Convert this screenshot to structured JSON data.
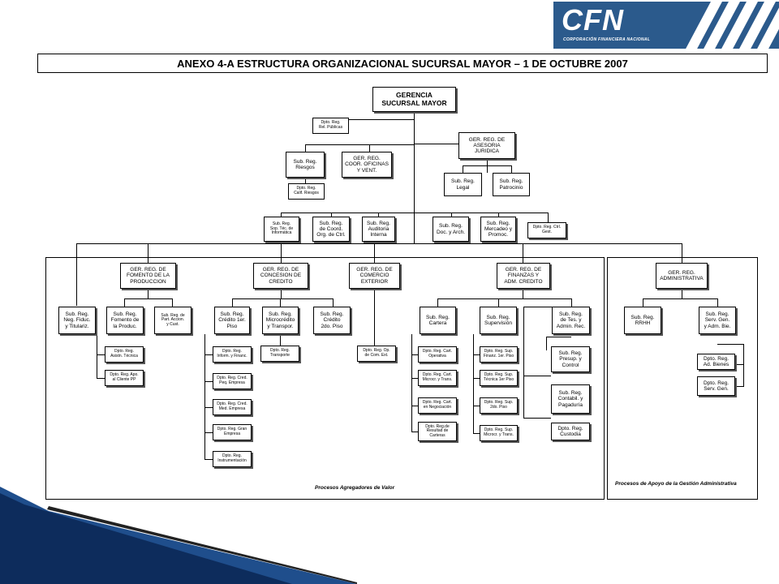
{
  "logo": {
    "text": "CFN",
    "subtitle": "CORPORACIÓN FINANCIERA NACIONAL",
    "color": "#2b5a8c"
  },
  "title": "ANEXO 4-A ESTRUCTURA ORGANIZACIONAL SUCURSAL MAYOR – 1 DE OCTUBRE 2007",
  "org": {
    "gerencia": "GERENCIA\nSUCURSAL MAYOR",
    "rel_publicas": "Dpto. Reg.\nRel. Públicas",
    "ger_juridica": "GER. REG. DE\nASESORIA\nJURIDICA",
    "sub_riesgos": "Sub. Reg.\nRiesgos",
    "ger_coord": "GER. REG.\nCOOR. OFICINAS\nY VENT.",
    "calif_riesgos": "Dpto. Reg.\nCalif. Riesgos",
    "sub_legal": "Sub. Reg.\nLegal",
    "sub_patrocinio": "Sub. Reg.\nPatrocinio",
    "sop_tec": "Sub. Reg.\nSop. Téc. de\nInformática",
    "sub_coord": "Sub. Reg.\nde Coord.\nOrg. de Ctrl.",
    "sub_auditoria": "Sub. Reg.\nAuditoria\nInterna",
    "sub_doc": "Sub. Reg.\nDoc. y Arch.",
    "sub_mercadeo": "Sub. Reg.\nMercadeo y\nPromoc.",
    "dpto_ctrl": "Dpto. Reg. Ctrl.\nGest.",
    "ger_fomento": "GER. REG. DE\nFOMENTO DE LA\nPRODUCCION",
    "ger_concesion": "GER. REG. DE\nCONCESION DE\nCREDITO",
    "ger_comercio": "GER. REG. DE\nCOMERCIO\nEXTERIOR",
    "ger_finanzas": "GER. REG. DE\nFINANZAS Y\nADM. CREDITO",
    "ger_admin": "GER. REG.\nADMINISTRATIVA",
    "neg_fiduc": "Sub. Reg.\nNeg. Fiduc.\ny Titulariz.",
    "sub_fomento": "Sub. Reg.\nFomento de\nla Produc.",
    "part_accion": "Sub. Reg. de\nPart. Accion.\ny Cust.",
    "asist_tecnica": "Dpto. Reg.\nAsistn. Técnica",
    "apo_cliente": "Dpto. Reg. Apo.\nal Cliente PP",
    "credito_1er": "Sub. Reg.\nCrédito 1er.\nPiso",
    "microcredito": "Sub. Reg.\nMicrocrédito\ny Transpor.",
    "credito_2do": "Sub. Reg.\nCrédito\n2do. Piso",
    "inform_financ": "Dpto. Reg.\nInform. y Financ.",
    "cred_peq": "Dpto. Reg. Cred.\nPeq. Empresa",
    "cred_med": "Dpto. Reg. Cred.\nMed. Empresa",
    "cred_gran": "Dpto. Reg. Gran\nEmpresa",
    "instrumentacion": "Dpto. Reg.\nInstrumentación",
    "transporte": "Dpto. Reg.\nTransporte",
    "op_com_ext": "Dpto. Reg. Op.\nde Com. Ext.",
    "sub_cartera": "Sub. Reg.\nCartera",
    "sub_supervision": "Sub. Reg.\nSupervisión",
    "sub_tes": "Sub. Reg.\nde Tes. y\nAdmin. Rec.",
    "cart_operativa": "Dpto. Reg. Cart.\nOperativa",
    "cart_microcr": "Dpto. Reg. Cart.\nMicrocr. y Trans.",
    "cart_negociacion": "Dpto. Reg. Cart.\nen Negociación",
    "resultado_carteras": "Dpto. Reg.de\nResultad de\nCarteras",
    "sup_finanz": "Dpto. Reg. Sup.\nFinanz. 1er. Piso",
    "sup_tecnica": "Dpto. Reg. Sup.\nTécnica 1er Piso",
    "sup_2do": "Dpto. Reg. Sup.\n2do. Piso",
    "sup_microcr": "Dpto. Reg. Sup.\nMicrocr. y Trans.",
    "presup_control": "Sub. Reg.\nPresup. y\nControl",
    "contabil": "Sub. Reg.\nContabil. y\nPagaduría",
    "custodia": "Dpto. Reg.\nCustodia",
    "sub_rrhh": "Sub. Reg.\nRRHH",
    "serv_gen": "Sub. Reg.\nServ. Gen.\ny Adm. Bie.",
    "ad_bienes": "Dpto. Reg.\nAd. Bienes",
    "dpto_serv_gen": "Dpto. Reg.\nServ. Gen."
  },
  "captions": {
    "left": "Procesos Agregadores de Valor",
    "right": "Procesos de Apoyo de la Gestión Administrativa"
  }
}
